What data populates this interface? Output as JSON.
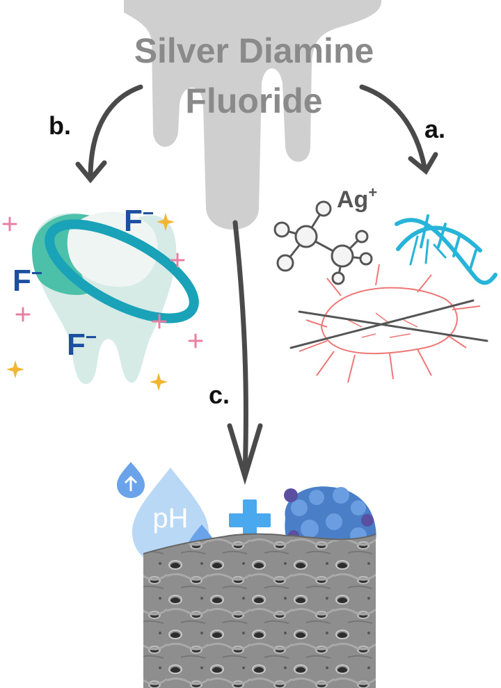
{
  "title": {
    "line1": "Silver Diamine",
    "line2": "Fluoride"
  },
  "pathways": {
    "a": "a.",
    "b": "b.",
    "c": "c."
  },
  "fluoride": {
    "ion": "F",
    "charge": "−"
  },
  "silver": {
    "ion": "Ag",
    "charge": "+"
  },
  "acidity": {
    "label": "pH"
  },
  "colors": {
    "drip": "#cfcfcf",
    "arrow": "#4a4a4a",
    "tooth": "#d6ebe6",
    "band": "#1aa3b8",
    "fluoride": "#1c4fa0",
    "dna": "#27b4d8",
    "bacteria": "#ee7777",
    "protein": "#4a7fc8",
    "plus_blue": "#4aa8ee"
  }
}
